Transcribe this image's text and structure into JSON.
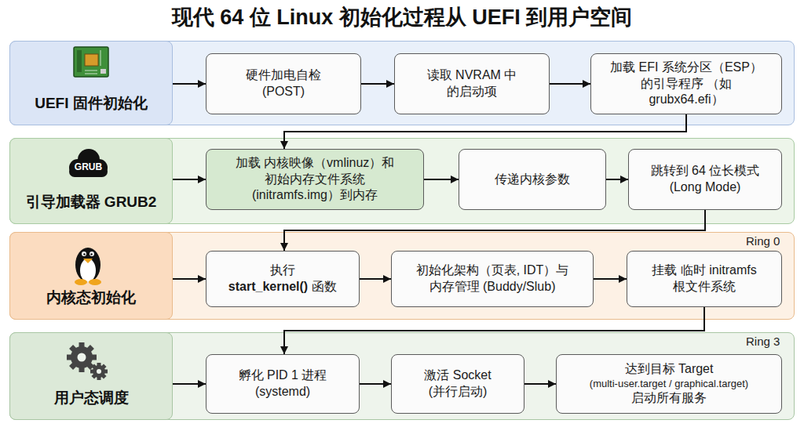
{
  "diagram": {
    "title": "现代 64 位 Linux 初始化过程从 UEFI 到用户空间",
    "nodes": [
      {
        "text": [
          "UEFI 固件初始化"
        ]
      },
      {
        "text": [
          "硬件加电自检 (POST)"
        ]
      },
      {
        "text": [
          "读取 NVRAM 中 的启动项"
        ]
      },
      {
        "text": [
          "加载 EFI 系统分区（ESP） 的引导程序 （如 grubx64.efi）"
        ]
      },
      {
        "text": [
          "引导加载器 GRUB2"
        ]
      },
      {
        "text": [
          "加载 内核映像（vmlinuz）和 初始内存文件系统 (initramfs.img）到内存"
        ]
      },
      {
        "text": [
          "传递内核参数"
        ]
      },
      {
        "text": [
          "跳转到 64 位长模式 (Long Mode)"
        ]
      },
      {
        "text": [
          "内核态初始化"
        ]
      },
      {
        "text": [
          "执行",
          "start_kernel()",
          "函数"
        ]
      },
      {
        "text": [
          "初始化架构（页表, IDT）与 内存管理 (Buddy/Slub)"
        ]
      },
      {
        "text": [
          "挂载 临时 initramfs 根文件系统"
        ]
      },
      {
        "text": [
          "用户态调度"
        ]
      },
      {
        "text": [
          "孵化 PID 1 进程 (systemd)"
        ]
      },
      {
        "text": [
          "激活 Socket (并行启动)"
        ]
      },
      {
        "text": [
          "达到目标 Target",
          "(multi-user.target / graphical.target)",
          "启动所有服务"
        ]
      }
    ],
    "edges": [
      {
        "from": 0,
        "to": 1,
        "arrow": "to"
      },
      {
        "from": 1,
        "to": 2,
        "arrow": "to"
      },
      {
        "from": 2,
        "to": 3,
        "arrow": "to"
      },
      {
        "from": 3,
        "to": 5,
        "arrow": "to"
      },
      {
        "from": 4,
        "to": 5,
        "arrow": "to"
      },
      {
        "from": 5,
        "to": 6,
        "arrow": "to"
      },
      {
        "from": 6,
        "to": 7,
        "arrow": "to"
      },
      {
        "from": 7,
        "to": 9,
        "arrow": "to"
      },
      {
        "from": 8,
        "to": 9,
        "arrow": "to"
      },
      {
        "from": 9,
        "to": 10,
        "arrow": "to"
      },
      {
        "from": 10,
        "to": 11,
        "arrow": "to"
      },
      {
        "from": 11,
        "to": 13,
        "arrow": "to"
      },
      {
        "from": 12,
        "to": 13,
        "arrow": "to"
      },
      {
        "from": 13,
        "to": 14,
        "arrow": "to"
      },
      {
        "from": 14,
        "to": 15,
        "arrow": "to"
      }
    ],
    "labels": [
      "GRUB",
      "Ring 0",
      "Ring 3"
    ]
  }
}
